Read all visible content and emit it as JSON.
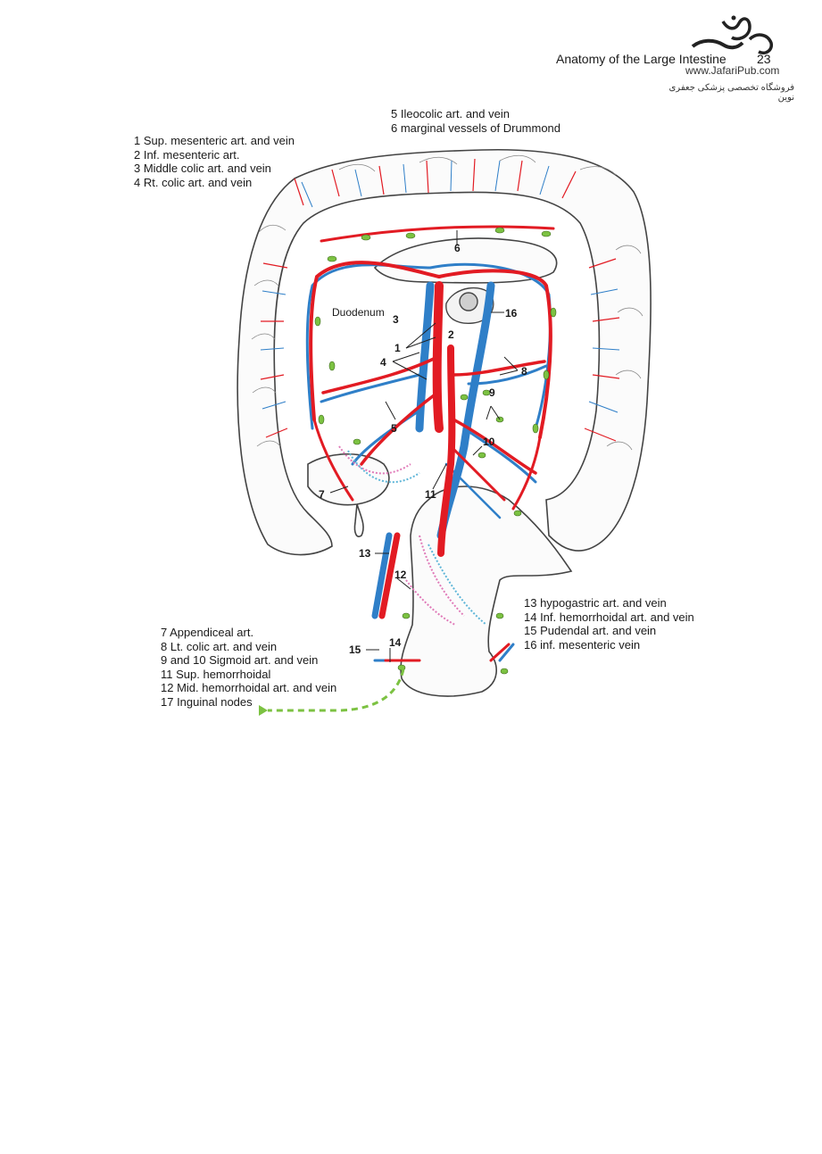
{
  "header": {
    "title": "Anatomy of the Large Intestine",
    "page_number": "23",
    "publisher_url": "www.JafariPub.com",
    "publisher_name": "فروشگاه تخصصی پزشکی جعفری نوین"
  },
  "legend_top_left": [
    "1 Sup. mesenteric art. and vein",
    "2 Inf. mesenteric art.",
    "3 Middle colic art. and vein",
    "4 Rt. colic art. and vein"
  ],
  "legend_top_center": [
    "5 Ileocolic art. and vein",
    "6 marginal vessels of Drummond"
  ],
  "legend_bottom_left": [
    "7 Appendiceal art.",
    "8 Lt. colic art. and vein",
    "9 and 10 Sigmoid art. and vein",
    "11 Sup. hemorrhoidal",
    "12 Mid. hemorrhoidal art. and vein",
    "17 Inguinal nodes"
  ],
  "legend_bottom_right": [
    "13 hypogastric art. and vein",
    "14 Inf. hemorrhoidal art. and vein",
    "15 Pudendal art. and vein",
    "16 inf. mesenteric vein"
  ],
  "figure_labels": {
    "duodenum": "Duodenum",
    "n1": "1",
    "n2": "2",
    "n3": "3",
    "n4": "4",
    "n5": "5",
    "n6": "6",
    "n7": "7",
    "n8": "8",
    "n9": "9",
    "n10": "10",
    "n11": "11",
    "n12": "12",
    "n13": "13",
    "n14": "14",
    "n15": "15",
    "n16": "16"
  },
  "colors": {
    "artery": "#e21b23",
    "vein": "#2f7fc8",
    "lymph_node": "#7cc242",
    "lymph_vessel_pink": "#e07ab8",
    "lymph_vessel_blue": "#5fb6d8",
    "outline": "#444444"
  }
}
